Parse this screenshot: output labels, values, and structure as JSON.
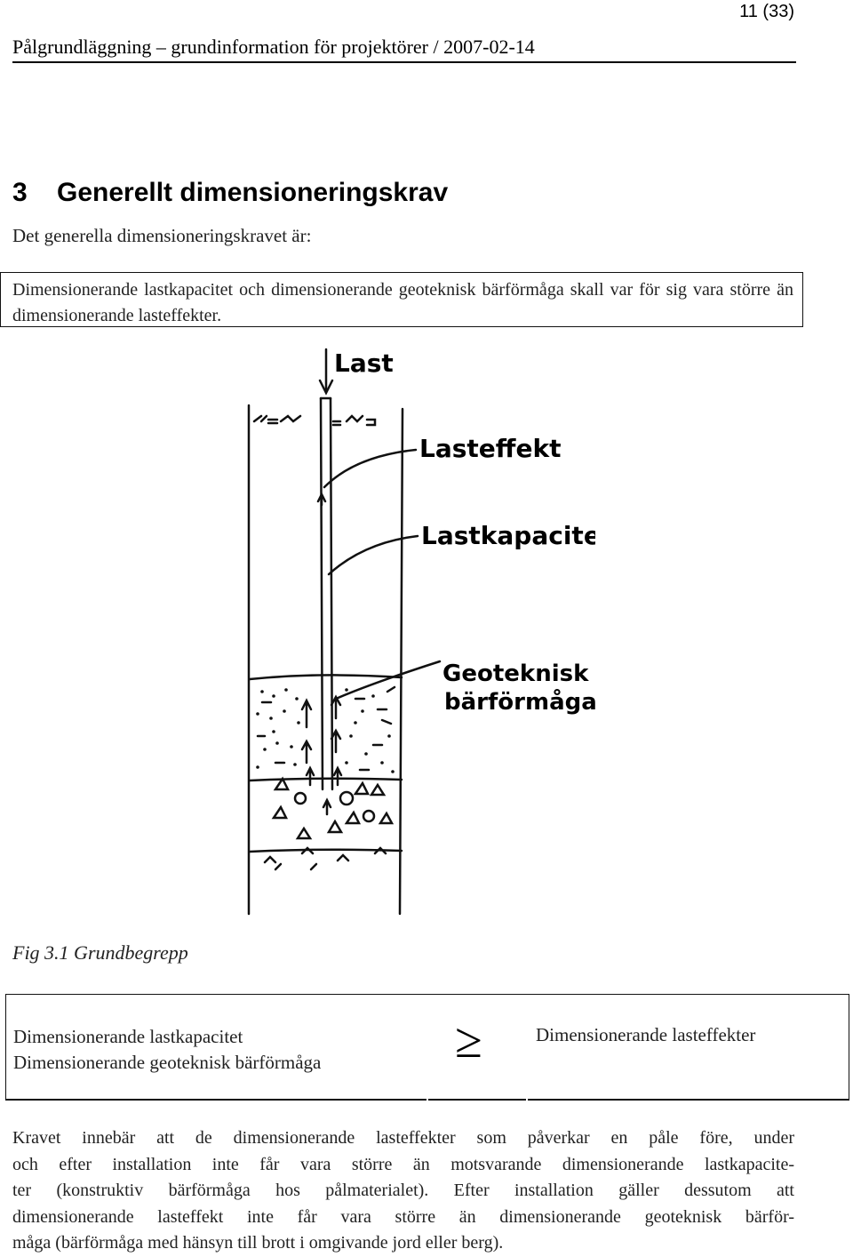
{
  "page_number": "11 (33)",
  "running_header": "Pålgrundläggning – grundinformation för projektörer / 2007-02-14",
  "section": {
    "number": "3",
    "title": "Generellt dimensioneringskrav"
  },
  "intro": "Det generella dimensioneringskravet är:",
  "requirement_box": "Dimensionerande lastkapacitet och dimensionerande geoteknisk bärförmåga skall var för sig vara större än dimensionerande lasteffekter.",
  "figure": {
    "labels": {
      "last": "Last",
      "lasteffekt": "Lasteffekt",
      "lastkapacitet": "Lastkapacitet",
      "geoteknisk_line1": "Geoteknisk",
      "geoteknisk_line2": "bärförmåga"
    },
    "caption": "Fig 3.1 Grundbegrepp"
  },
  "formula": {
    "left_line1": "Dimensionerande lastkapacitet",
    "left_line2": "Dimensionerande geoteknisk bärförmåga",
    "symbol": "≥",
    "right": "Dimensionerande lasteffekter"
  },
  "body_lines": [
    "Kravet innebär att de dimensionerande lasteffekter som påverkar en påle före, under",
    "och efter installation inte får vara större än motsvarande dimensionerande lastkapacite-",
    "ter (konstruktiv bärförmåga hos pålmaterialet). Efter installation gäller dessutom att",
    "dimensionerande lasteffekt inte får vara större än dimensionerande geoteknisk bärför-",
    "måga (bärförmåga med hänsyn till brott i omgivande jord eller berg)."
  ]
}
